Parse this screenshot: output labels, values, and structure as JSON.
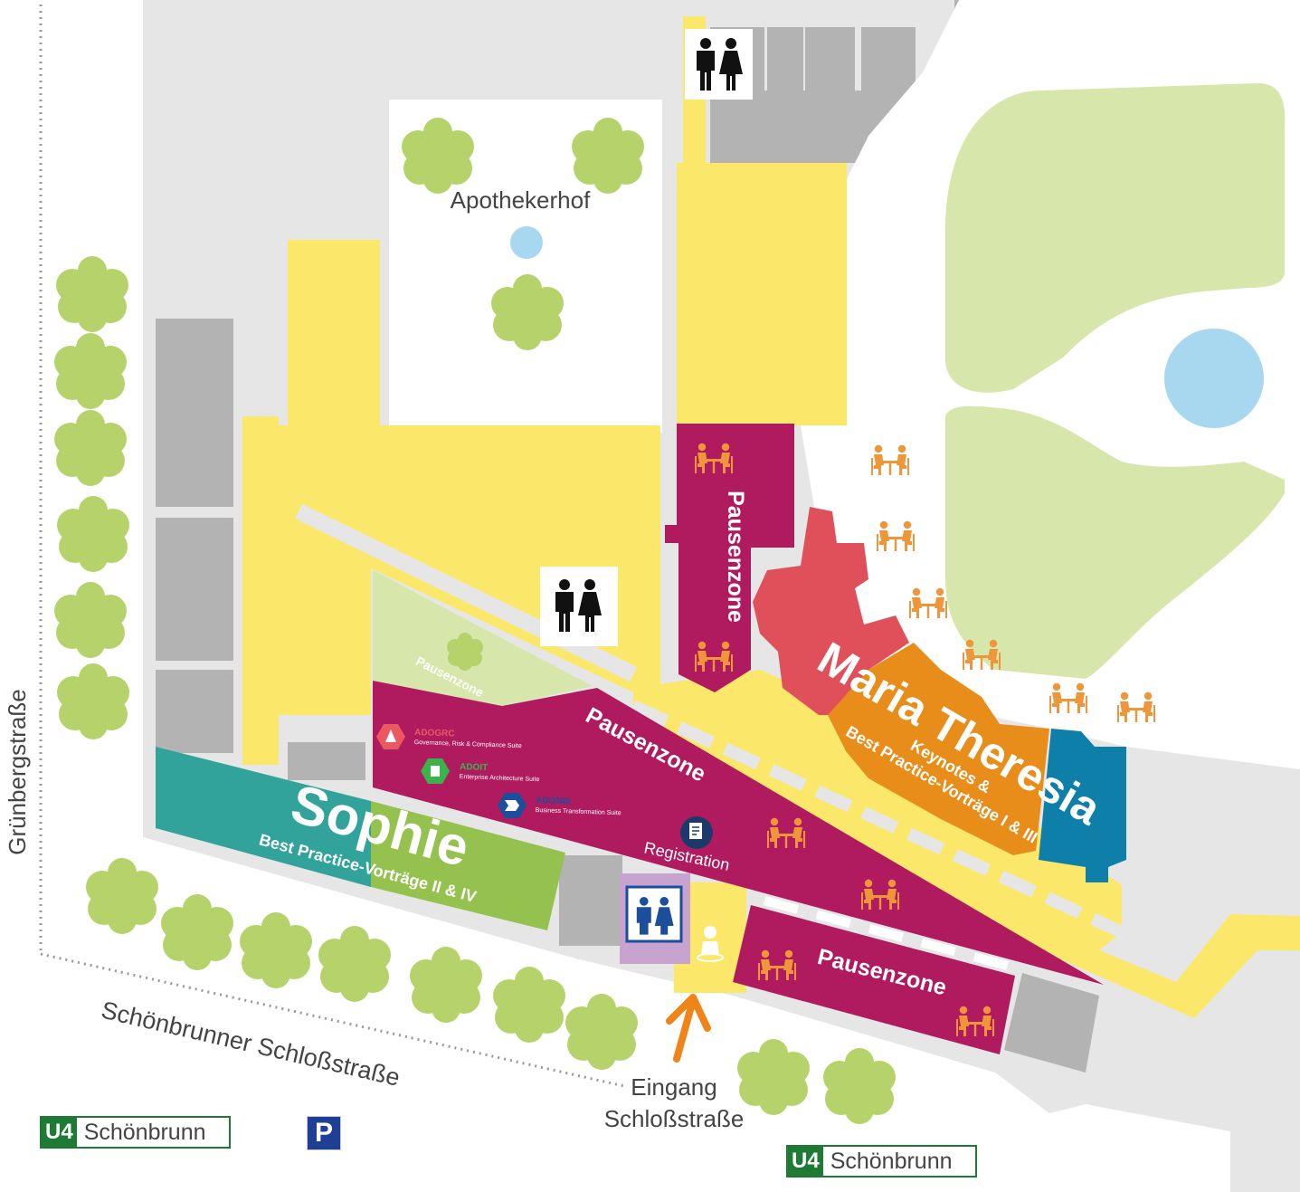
{
  "colors": {
    "building": "#e6e6e6",
    "building_dark": "#b3b3b3",
    "corridor": "#fbe86a",
    "lawn": "#d7e6aa",
    "tree": "#b5d36a",
    "water": "#a7d8f0",
    "pause": "#b01a5f",
    "sophie_teal": "#31a39b",
    "sophie_green": "#95c24f",
    "maria_red": "#e0505a",
    "maria_orange": "#e88d1a",
    "maria_blue": "#0d7fa8",
    "cafe_icon": "#f0963a",
    "ubahn": "#1e7a35",
    "parking": "#1f3f95"
  },
  "labels": {
    "apothekerhof": "Apothekerhof",
    "street_left": "Grünbergstraße",
    "street_bottom": "Schönbrunner Schloßstraße",
    "entrance_line1": "Eingang",
    "entrance_line2": "Schloßstraße"
  },
  "rooms": {
    "sophie_name": "Sophie",
    "sophie_sub": "Best Practice-Vorträge II & IV",
    "maria_name": "Maria Theresia",
    "maria_sub1": "Keynotes &",
    "maria_sub2": "Best Practice-Vorträge I & III",
    "pause_vertical": "Pausenzone",
    "pause_main": "Pausenzone",
    "pause_bottom": "Pausenzone",
    "pause_lawn": "Pausenzone",
    "registration": "Registration"
  },
  "products": [
    {
      "name": "ADOGRC",
      "desc": "Governance, Risk & Compliance Suite",
      "color": "#e9595f"
    },
    {
      "name": "ADOIT",
      "desc": "Enterprise Architecture Suite",
      "color": "#3bb34a"
    },
    {
      "name": "ADONIS",
      "desc": "Business Transformation Suite",
      "color": "#1b4e9b"
    }
  ],
  "icons": {
    "restroom": "restroom-icon",
    "cafe": "cafe-table-icon",
    "register": "register-icon",
    "info": "info-point-icon",
    "arrow": "entrance-arrow-icon"
  },
  "transit": {
    "ubahn_line": "U4",
    "ubahn_station": "Schönbrunn",
    "parking": "P"
  }
}
